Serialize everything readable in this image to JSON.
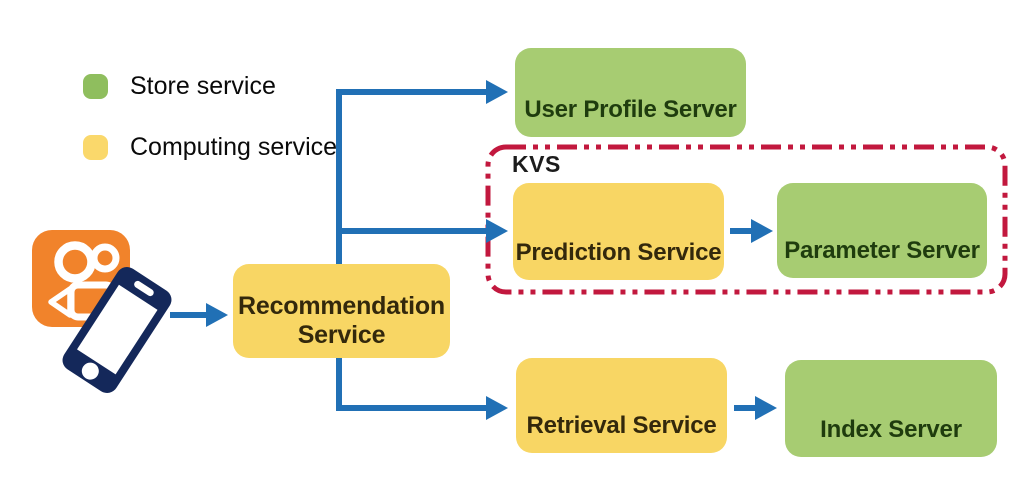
{
  "legend": {
    "items": [
      {
        "label": "Store service",
        "swatch": "green-rounded-square"
      },
      {
        "label": "Computing service",
        "swatch": "yellow-rounded-square"
      }
    ]
  },
  "nodes": {
    "recommendation": {
      "label": "Recommendation Service",
      "type": "computing"
    },
    "user_profile": {
      "label": "User Profile Server",
      "type": "store"
    },
    "prediction": {
      "label": "Prediction Service",
      "type": "computing"
    },
    "parameter": {
      "label": "Parameter Server",
      "type": "store"
    },
    "retrieval": {
      "label": "Retrieval Service",
      "type": "computing"
    },
    "index": {
      "label": "Index Server",
      "type": "store"
    }
  },
  "groups": {
    "kvs": {
      "label": "KVS"
    }
  },
  "icons": {
    "app": "kuaishou-camera-icon",
    "device": "smartphone-icon"
  },
  "colors": {
    "store-green": "#a7cc72",
    "legend-green": "#8fbe5e",
    "computing-yellow": "#f8d664",
    "legend-yellow": "#fad86b",
    "arrow-blue": "#2170b5",
    "kvs-red": "#c2183e",
    "brand-orange": "#f1832b",
    "phone-navy": "#14285a",
    "yellow-node-text": "#33280c",
    "green-node-text": "#1f3c0e"
  }
}
